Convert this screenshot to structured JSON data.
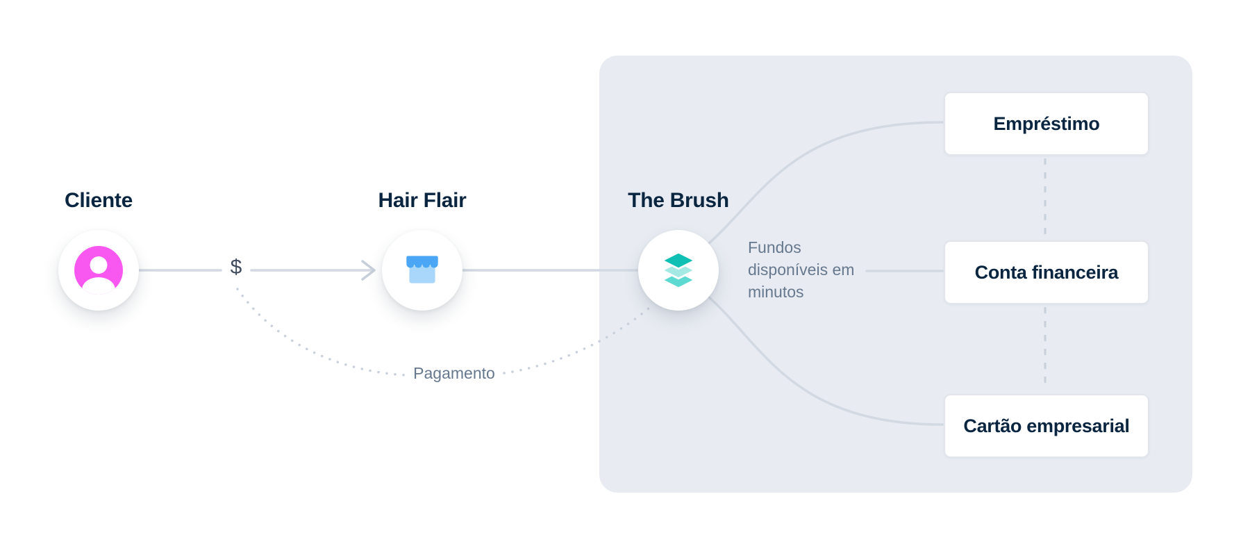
{
  "colors": {
    "panel_bg": "#E8ECF2",
    "text_dark": "#0A2540",
    "text_gray": "#66788E",
    "solid_line_gray": "#D2D9E2",
    "dotted_line_gray": "#C8D0DB",
    "person_magenta": "#F857F0",
    "storefront_blue": "#4BA7F5",
    "storefront_blue_light": "#A9D6FB",
    "layers_teal_dark": "#0FBFB4",
    "layers_teal_light": "#A5E9E4",
    "layers_teal_mid": "#5CDAD1"
  },
  "nodes": {
    "cliente": {
      "label": "Cliente",
      "icon": "person-icon"
    },
    "hair_flair": {
      "label": "Hair Flair",
      "icon": "storefront-icon"
    },
    "the_brush": {
      "label": "The Brush",
      "icon": "layers-icon"
    }
  },
  "flow": {
    "currency_symbol": "$",
    "payment_label": "Pagamento",
    "funds_note_lines": [
      "Fundos",
      "disponíveis em",
      "minutos"
    ]
  },
  "products": [
    {
      "label": "Empréstimo"
    },
    {
      "label": "Conta financeira"
    },
    {
      "label": "Cartão empresarial"
    }
  ]
}
